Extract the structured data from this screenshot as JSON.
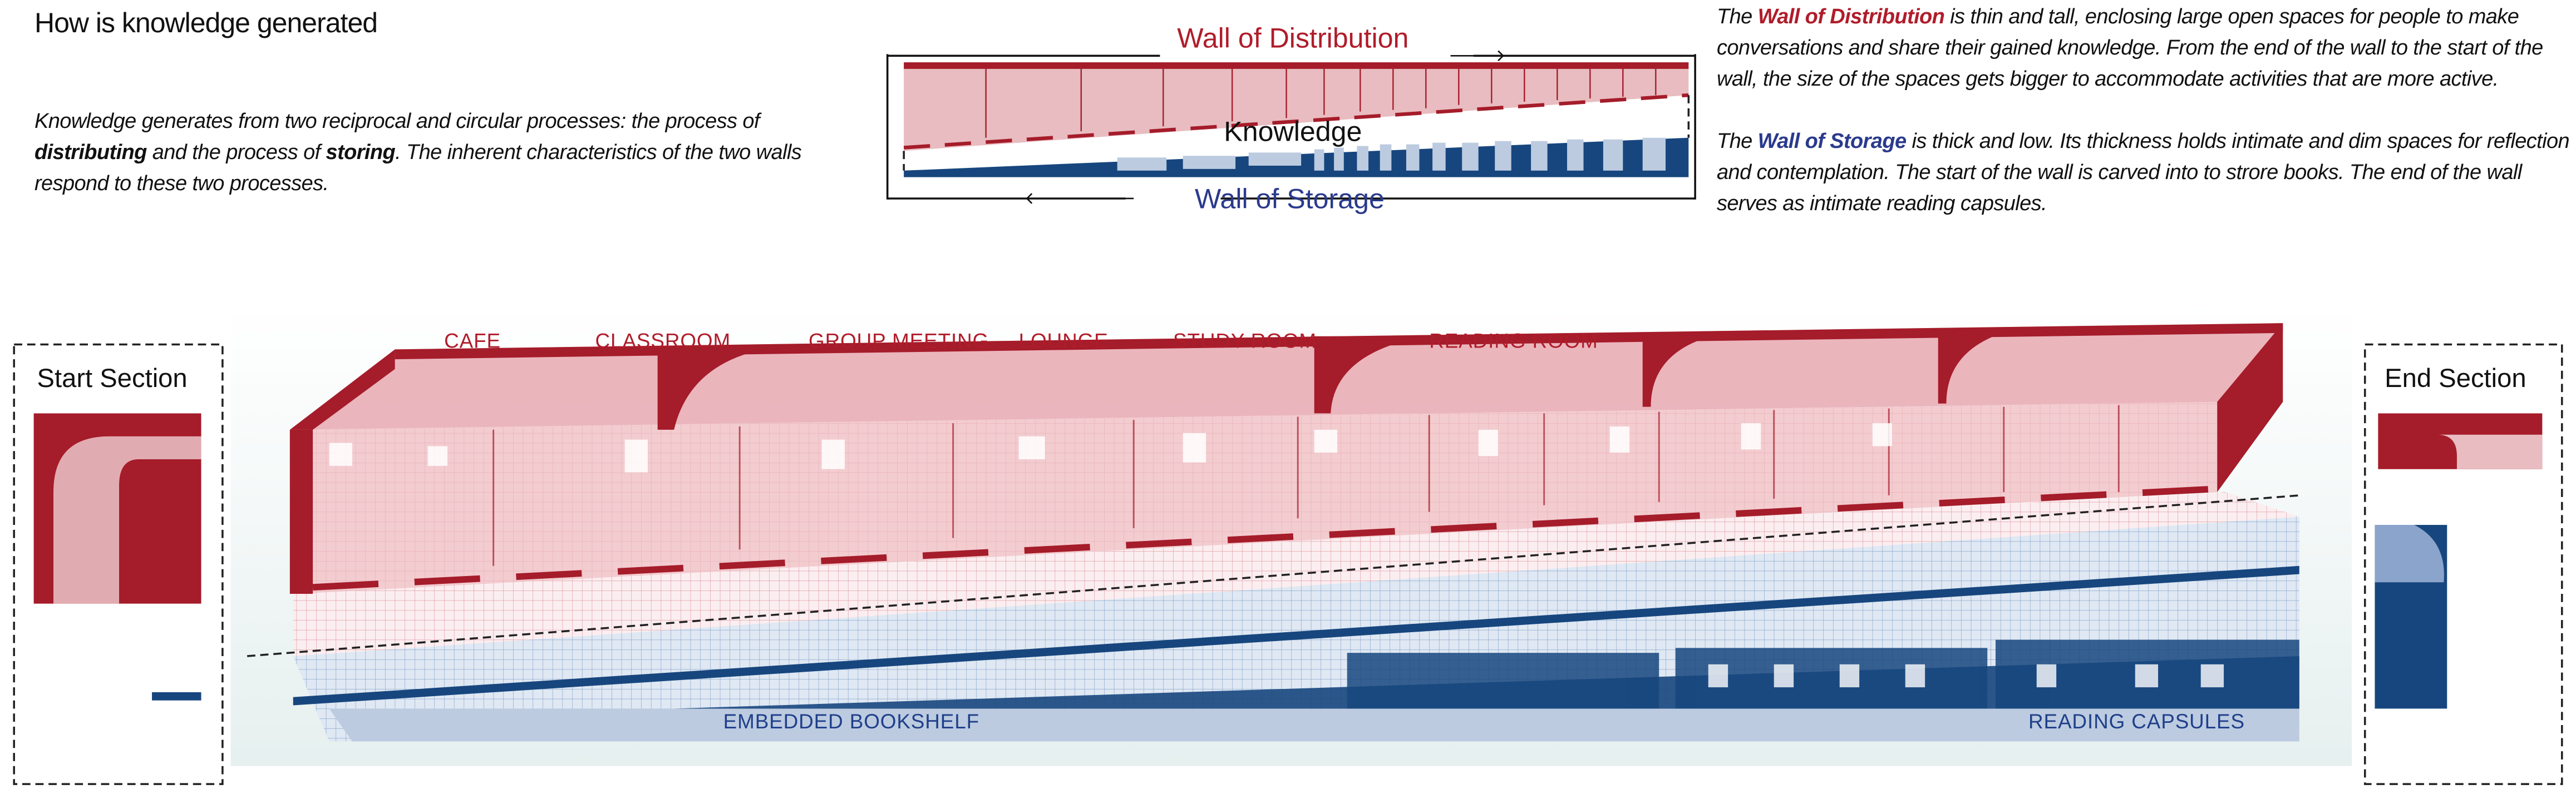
{
  "title": "How is knowledge generated",
  "intro": {
    "t1": "Knowledge generates from two reciprocal and circular processes: the process of ",
    "b1": "distributing",
    "t2": " and the process of ",
    "b2": "storing",
    "t3": ". The inherent characteristics of the two walls respond to these two processes."
  },
  "descriptions": {
    "distribution": {
      "pre": "The ",
      "name": "Wall of Distribution",
      "post": " is thin and tall, enclosing large open spaces for people to make conversations and share their gained knowledge. From the end of the wall to the start of the wall, the size of the spaces gets bigger to accommodate activities that are more active."
    },
    "storage": {
      "pre": "The ",
      "name": "Wall of Storage",
      "post": " is thick and low. Its thickness holds intimate and dim spaces for reflection and contemplation. The start of the wall is carved into to strore books. The end of the wall serves as intimate reading capsules."
    }
  },
  "concept": {
    "distribution_label": "Wall of Distribution",
    "knowledge_label": "Knowledge",
    "storage_label": "Wall of Storage"
  },
  "sections": {
    "start": "Start Section",
    "end": "End Section"
  },
  "rooms": [
    "CAFE",
    "CLASSROOM",
    "GROUP MEETING",
    "LOUNGE",
    "STUDY ROOM",
    "READING ROOM"
  ],
  "storage_zones": [
    "EMBEDDED BOOKSHELF",
    "READING CAPSULES"
  ],
  "colors": {
    "red": "#a51c2a",
    "pink": "#e8bcc0",
    "blue": "#17467e",
    "light_blue": "#bccbe0"
  }
}
